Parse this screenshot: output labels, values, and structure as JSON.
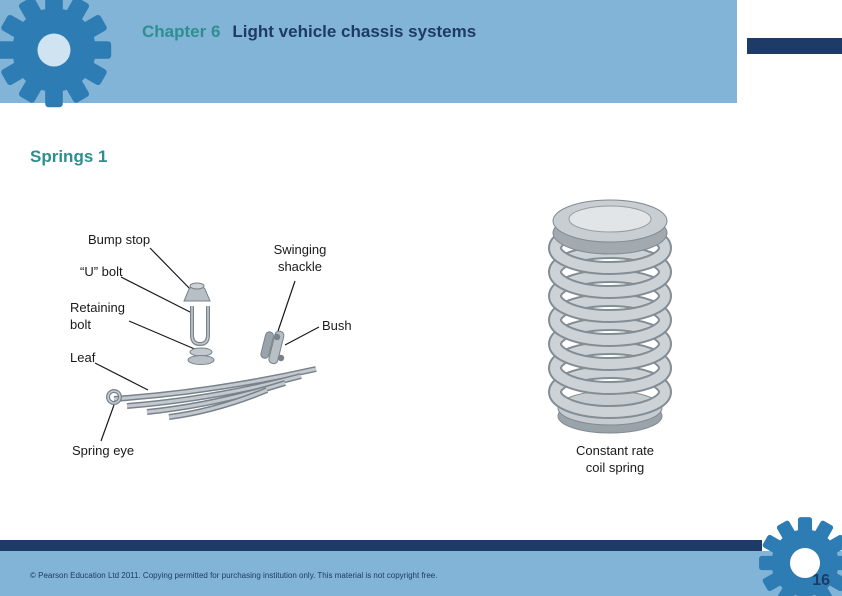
{
  "header": {
    "chapter_label": "Chapter 6",
    "title": "Light vehicle chassis systems"
  },
  "main": {
    "heading": "Springs 1",
    "labels": {
      "bump_stop": "Bump stop",
      "u_bolt": "“U” bolt",
      "retaining_bolt": [
        "Retaining",
        "bolt"
      ],
      "leaf": "Leaf",
      "spring_eye": "Spring eye",
      "swinging_shackle": [
        "Swinging",
        "shackle"
      ],
      "bush": "Bush",
      "coil_caption": [
        "Constant rate",
        "coil spring"
      ]
    }
  },
  "footer": {
    "copyright": "© Pearson Education Ltd 2011. Copying permitted for purchasing institution only. This material is not copyright free.",
    "page_number": "16"
  },
  "colors": {
    "header_band": "#82b4d8",
    "accent_teal": "#2e8f8e",
    "navy": "#1e3a66",
    "gear_blue": "#2e7cb4"
  }
}
